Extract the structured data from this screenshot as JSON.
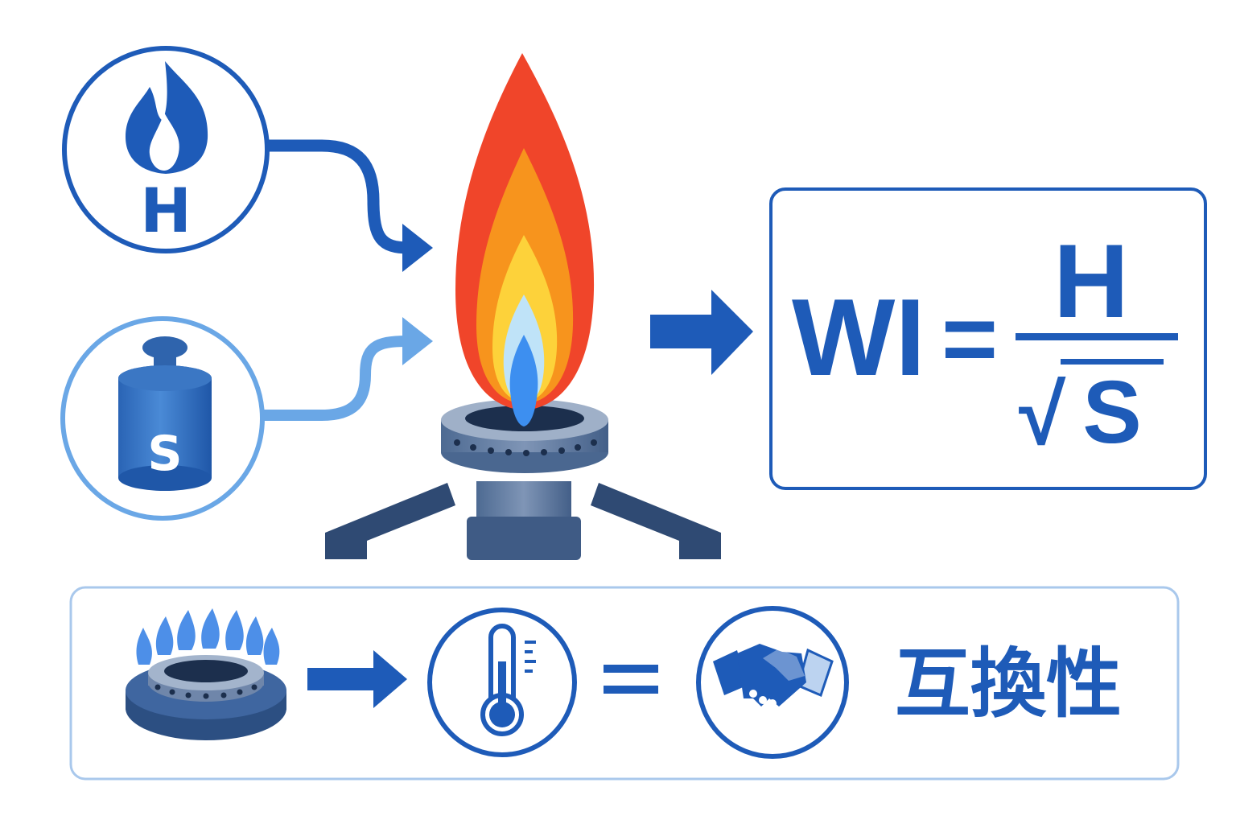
{
  "heat_node": {
    "letter": "H",
    "icon": "flame-icon"
  },
  "gravity_node": {
    "letter": "S",
    "icon": "weight-icon"
  },
  "burner_icon": "gas-burner-icon",
  "formula": {
    "lhs": "WI",
    "equals": "=",
    "numerator": "H",
    "radical": "√",
    "denominator": "S"
  },
  "bottom_row": {
    "burner_icon": "burner-flame-ring-icon",
    "thermometer_icon": "thermometer-icon",
    "equals": "=",
    "handshake_icon": "handshake-icon",
    "label": "互換性"
  },
  "colors": {
    "primary_blue": "#1e5bb8",
    "light_blue": "#6aa7e6",
    "steel": "#4a6790",
    "dark_steel": "#2f4a73",
    "flame_red": "#f0452a",
    "flame_orange": "#f7941d",
    "flame_yellow": "#fdd23a",
    "flame_blue": "#3d8ff0"
  }
}
